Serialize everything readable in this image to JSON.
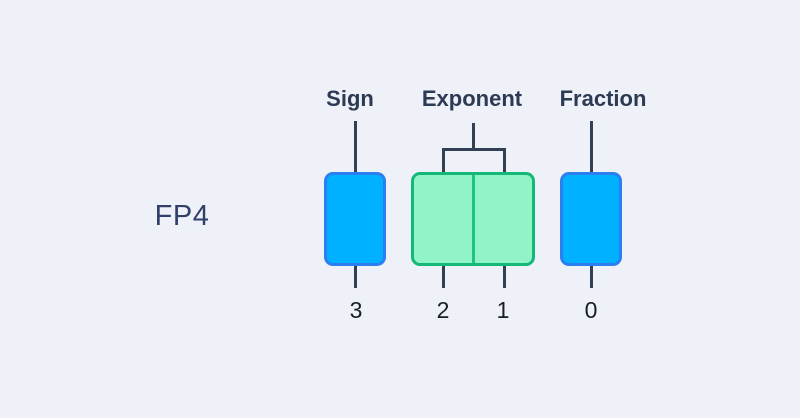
{
  "diagram": {
    "format_label": "FP4",
    "fields": {
      "sign": "Sign",
      "exponent": "Exponent",
      "fraction": "Fraction"
    },
    "bit_indices": [
      "3",
      "2",
      "1",
      "0"
    ],
    "bit_fields": [
      {
        "index": "3",
        "field": "sign"
      },
      {
        "index": "2",
        "field": "exponent"
      },
      {
        "index": "1",
        "field": "exponent"
      },
      {
        "index": "0",
        "field": "fraction"
      }
    ],
    "colors": {
      "background": "#eff1f8",
      "line_navy": "#333f55",
      "label_text": "#2d3a53",
      "index_text": "#191d28",
      "sign_fraction_fill": "#00b1ff",
      "sign_fraction_border": "#2b7ff0",
      "exponent_fill": "#90f4c6",
      "exponent_border": "#14b97a"
    }
  }
}
